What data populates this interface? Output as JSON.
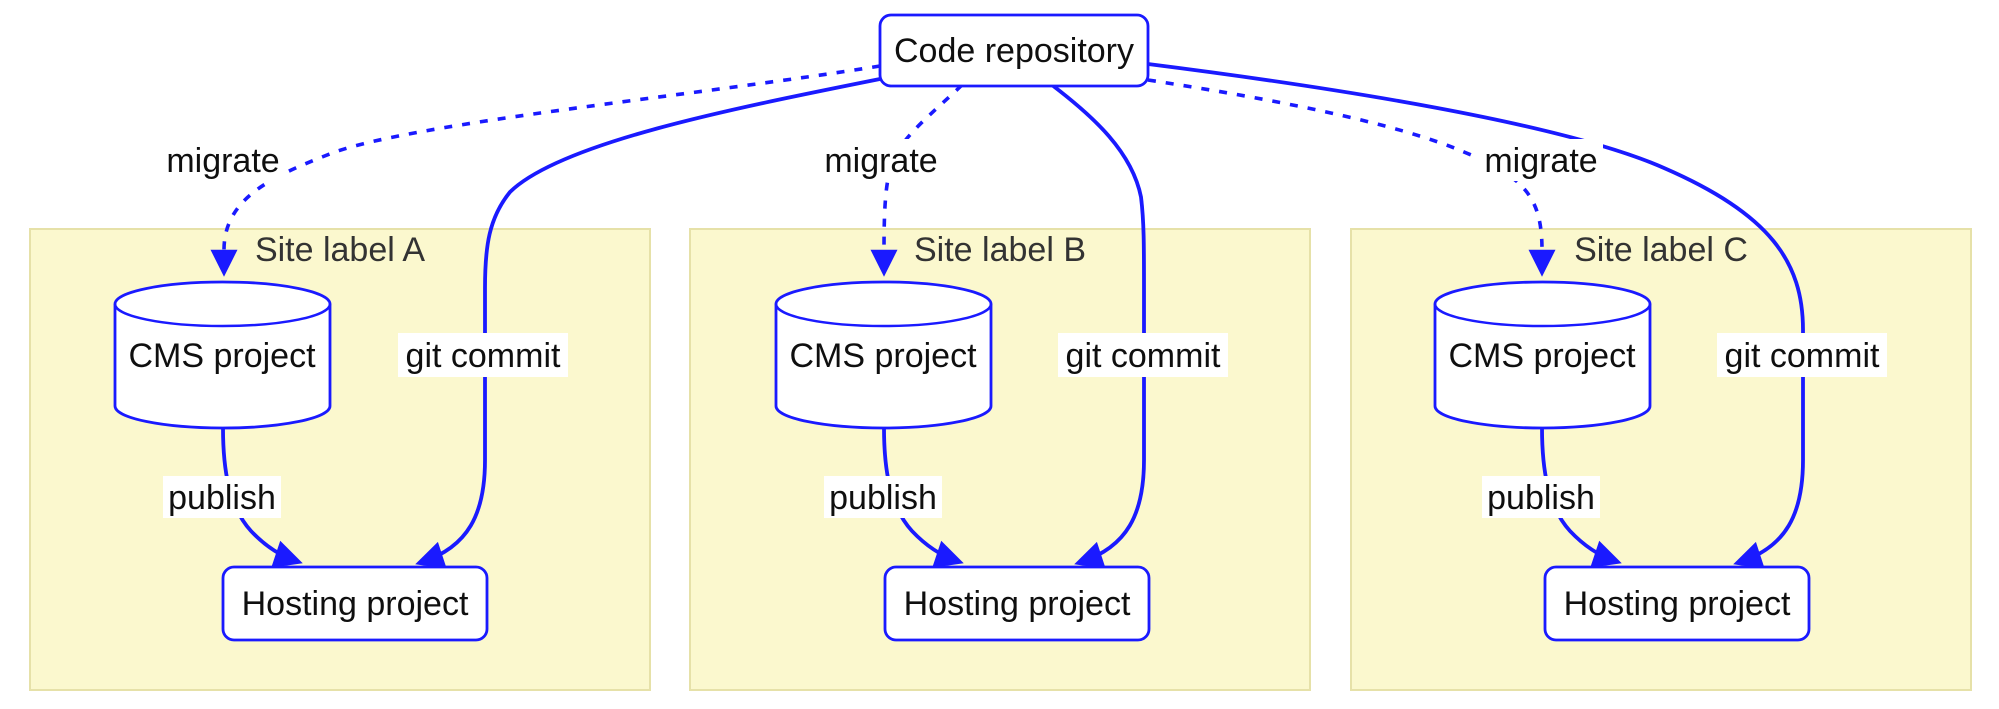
{
  "diagram": {
    "repo": {
      "label": "Code repository"
    },
    "sites": [
      {
        "title": "Site label A",
        "cms_label": "CMS project",
        "hosting_label": "Hosting project",
        "migrate_label": "migrate",
        "git_commit_label": "git commit",
        "publish_label": "publish"
      },
      {
        "title": "Site label B",
        "cms_label": "CMS project",
        "hosting_label": "Hosting project",
        "migrate_label": "migrate",
        "git_commit_label": "git commit",
        "publish_label": "publish"
      },
      {
        "title": "Site label C",
        "cms_label": "CMS project",
        "hosting_label": "Hosting project",
        "migrate_label": "migrate",
        "git_commit_label": "git commit",
        "publish_label": "publish"
      }
    ],
    "colors": {
      "edge_blue": "#1a1aff",
      "node_fill": "#ffffff",
      "node_stroke": "#1a1aff",
      "cluster_fill": "#fbf8ce",
      "cluster_stroke": "#e6e1a8",
      "cluster_title": "#333333",
      "text": "#0f0f0f",
      "edge_label_bg": "#ffffff"
    }
  }
}
